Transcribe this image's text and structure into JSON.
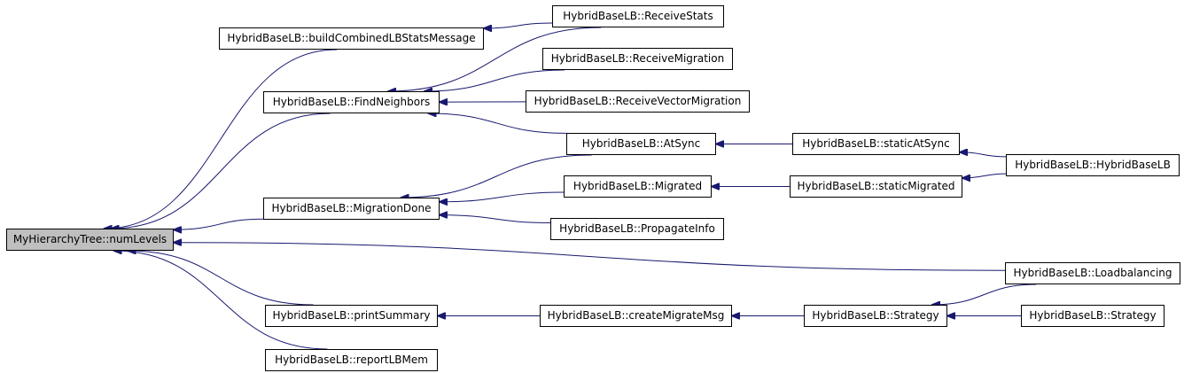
{
  "colors": {
    "edge": "#191970",
    "root_fill": "#bfbfbf",
    "node_fill": "#ffffff",
    "node_border": "#000000"
  },
  "nodes": {
    "root": "MyHierarchyTree::numLevels",
    "build_combined": "HybridBaseLB::buildCombinedLBStatsMessage",
    "find_neighbors": "HybridBaseLB::FindNeighbors",
    "migration_done": "HybridBaseLB::MigrationDone",
    "print_summary": "HybridBaseLB::printSummary",
    "report_lbmem": "HybridBaseLB::reportLBMem",
    "receive_stats": "HybridBaseLB::ReceiveStats",
    "receive_migration": "HybridBaseLB::ReceiveMigration",
    "receive_vector_migration": "HybridBaseLB::ReceiveVectorMigration",
    "at_sync": "HybridBaseLB::AtSync",
    "migrated": "HybridBaseLB::Migrated",
    "propagate_info": "HybridBaseLB::PropagateInfo",
    "create_migrate_msg": "HybridBaseLB::createMigrateMsg",
    "static_at_sync": "HybridBaseLB::staticAtSync",
    "static_migrated": "HybridBaseLB::staticMigrated",
    "strategy_mid": "HybridBaseLB::Strategy",
    "hybrid_base_lb": "HybridBaseLB::HybridBaseLB",
    "loadbalancing": "HybridBaseLB::Loadbalancing",
    "strategy_right": "HybridBaseLB::Strategy"
  },
  "edges": [
    [
      "build_combined",
      "root"
    ],
    [
      "find_neighbors",
      "root"
    ],
    [
      "migration_done",
      "root"
    ],
    [
      "print_summary",
      "root"
    ],
    [
      "report_lbmem",
      "root"
    ],
    [
      "loadbalancing",
      "root"
    ],
    [
      "receive_stats",
      "build_combined"
    ],
    [
      "receive_stats",
      "find_neighbors"
    ],
    [
      "receive_migration",
      "find_neighbors"
    ],
    [
      "receive_vector_migration",
      "find_neighbors"
    ],
    [
      "at_sync",
      "find_neighbors"
    ],
    [
      "at_sync",
      "migration_done"
    ],
    [
      "migrated",
      "migration_done"
    ],
    [
      "propagate_info",
      "migration_done"
    ],
    [
      "static_at_sync",
      "at_sync"
    ],
    [
      "static_migrated",
      "migrated"
    ],
    [
      "hybrid_base_lb",
      "static_at_sync"
    ],
    [
      "hybrid_base_lb",
      "static_migrated"
    ],
    [
      "create_migrate_msg",
      "print_summary"
    ],
    [
      "strategy_mid",
      "create_migrate_msg"
    ],
    [
      "loadbalancing",
      "strategy_mid"
    ],
    [
      "strategy_right",
      "strategy_mid"
    ]
  ]
}
